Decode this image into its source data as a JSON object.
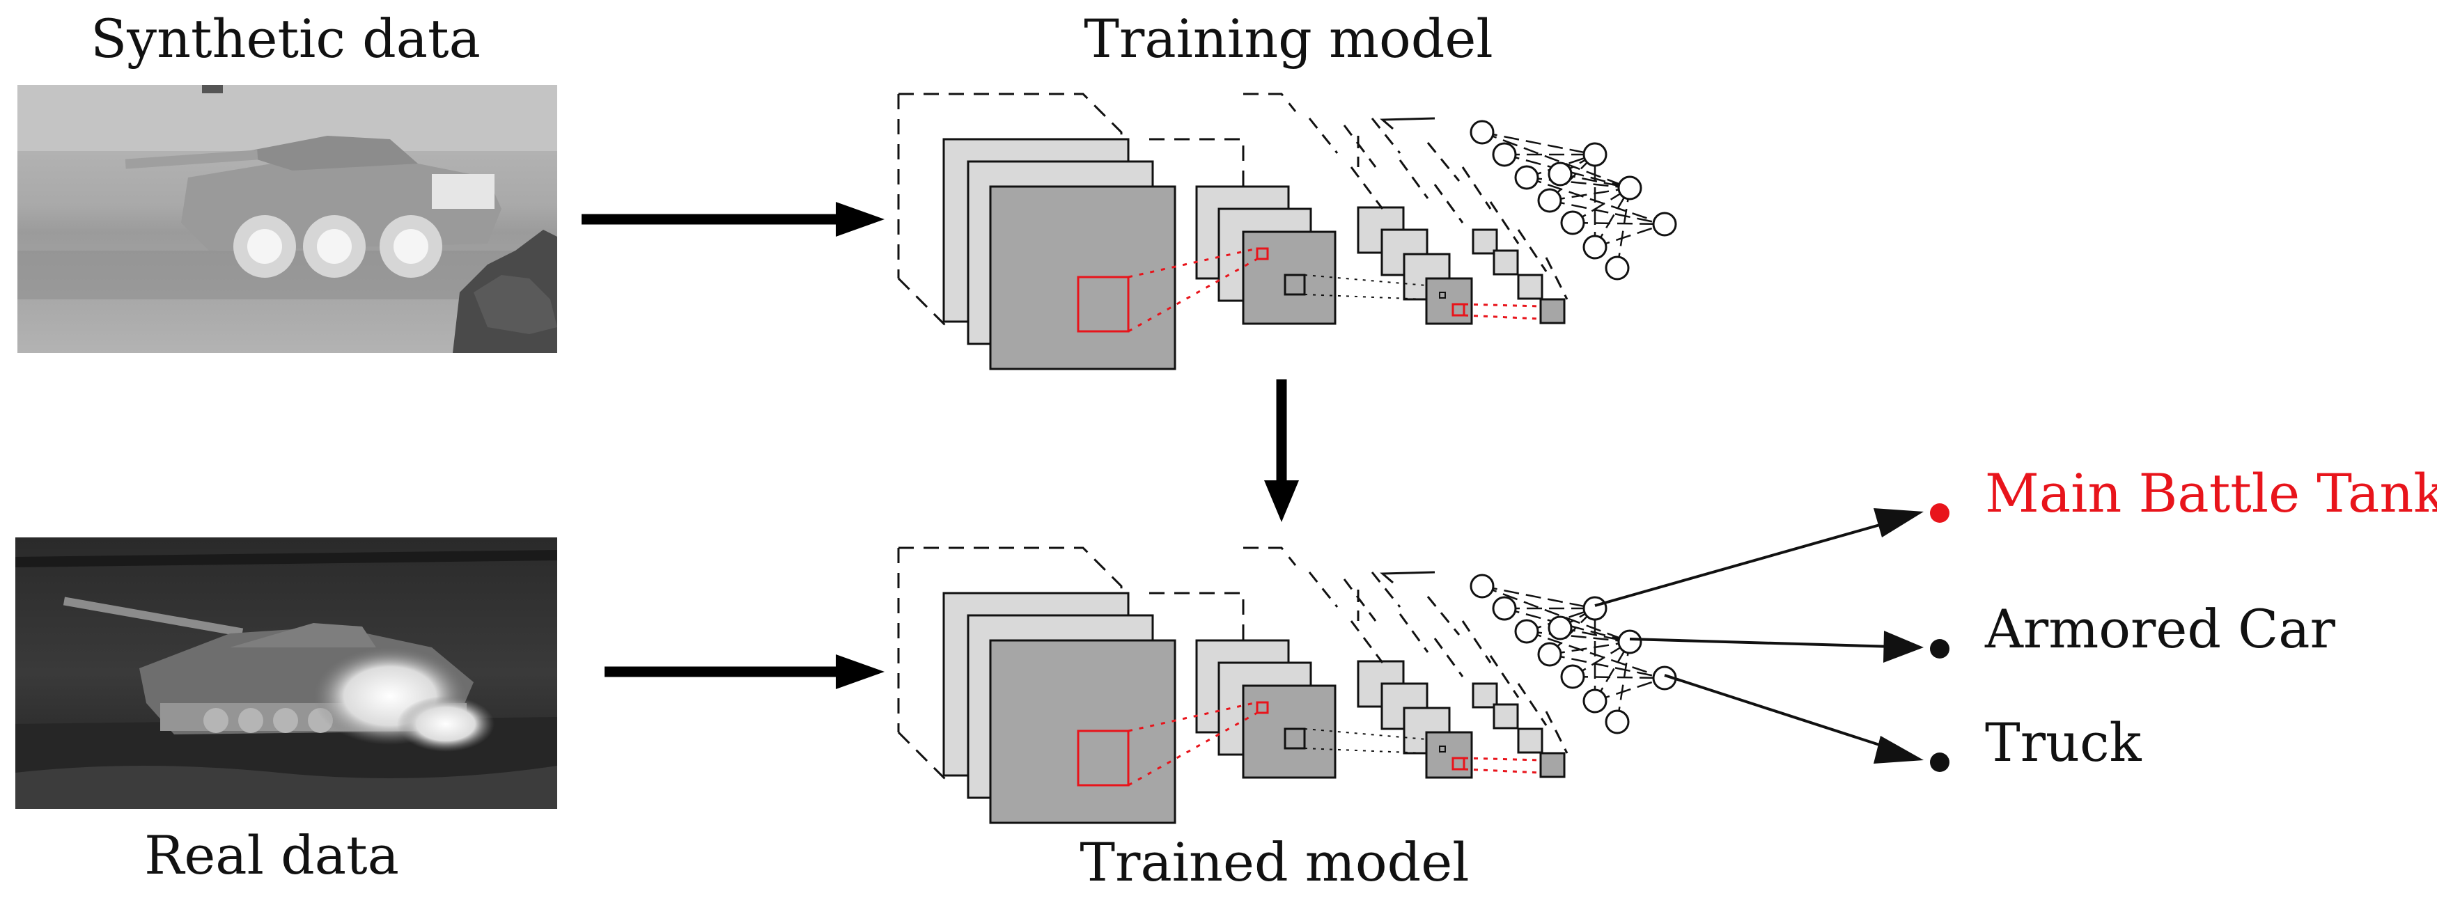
{
  "labels": {
    "synthetic_data": "Synthetic data",
    "training_model": "Training model",
    "real_data": "Real data",
    "trained_model": "Trained model"
  },
  "classes": [
    {
      "name": "Main Battle Tank",
      "color": "#e8141b",
      "selected": true
    },
    {
      "name": "Armored Car",
      "color": "#111111",
      "selected": false
    },
    {
      "name": "Truck",
      "color": "#111111",
      "selected": false
    }
  ],
  "colors": {
    "ink": "#111111",
    "highlight": "#e8141b",
    "feature_map_light": "#d9d9d9",
    "feature_map_mid": "#cccccc",
    "feature_map_dark": "#a6a6a6"
  }
}
